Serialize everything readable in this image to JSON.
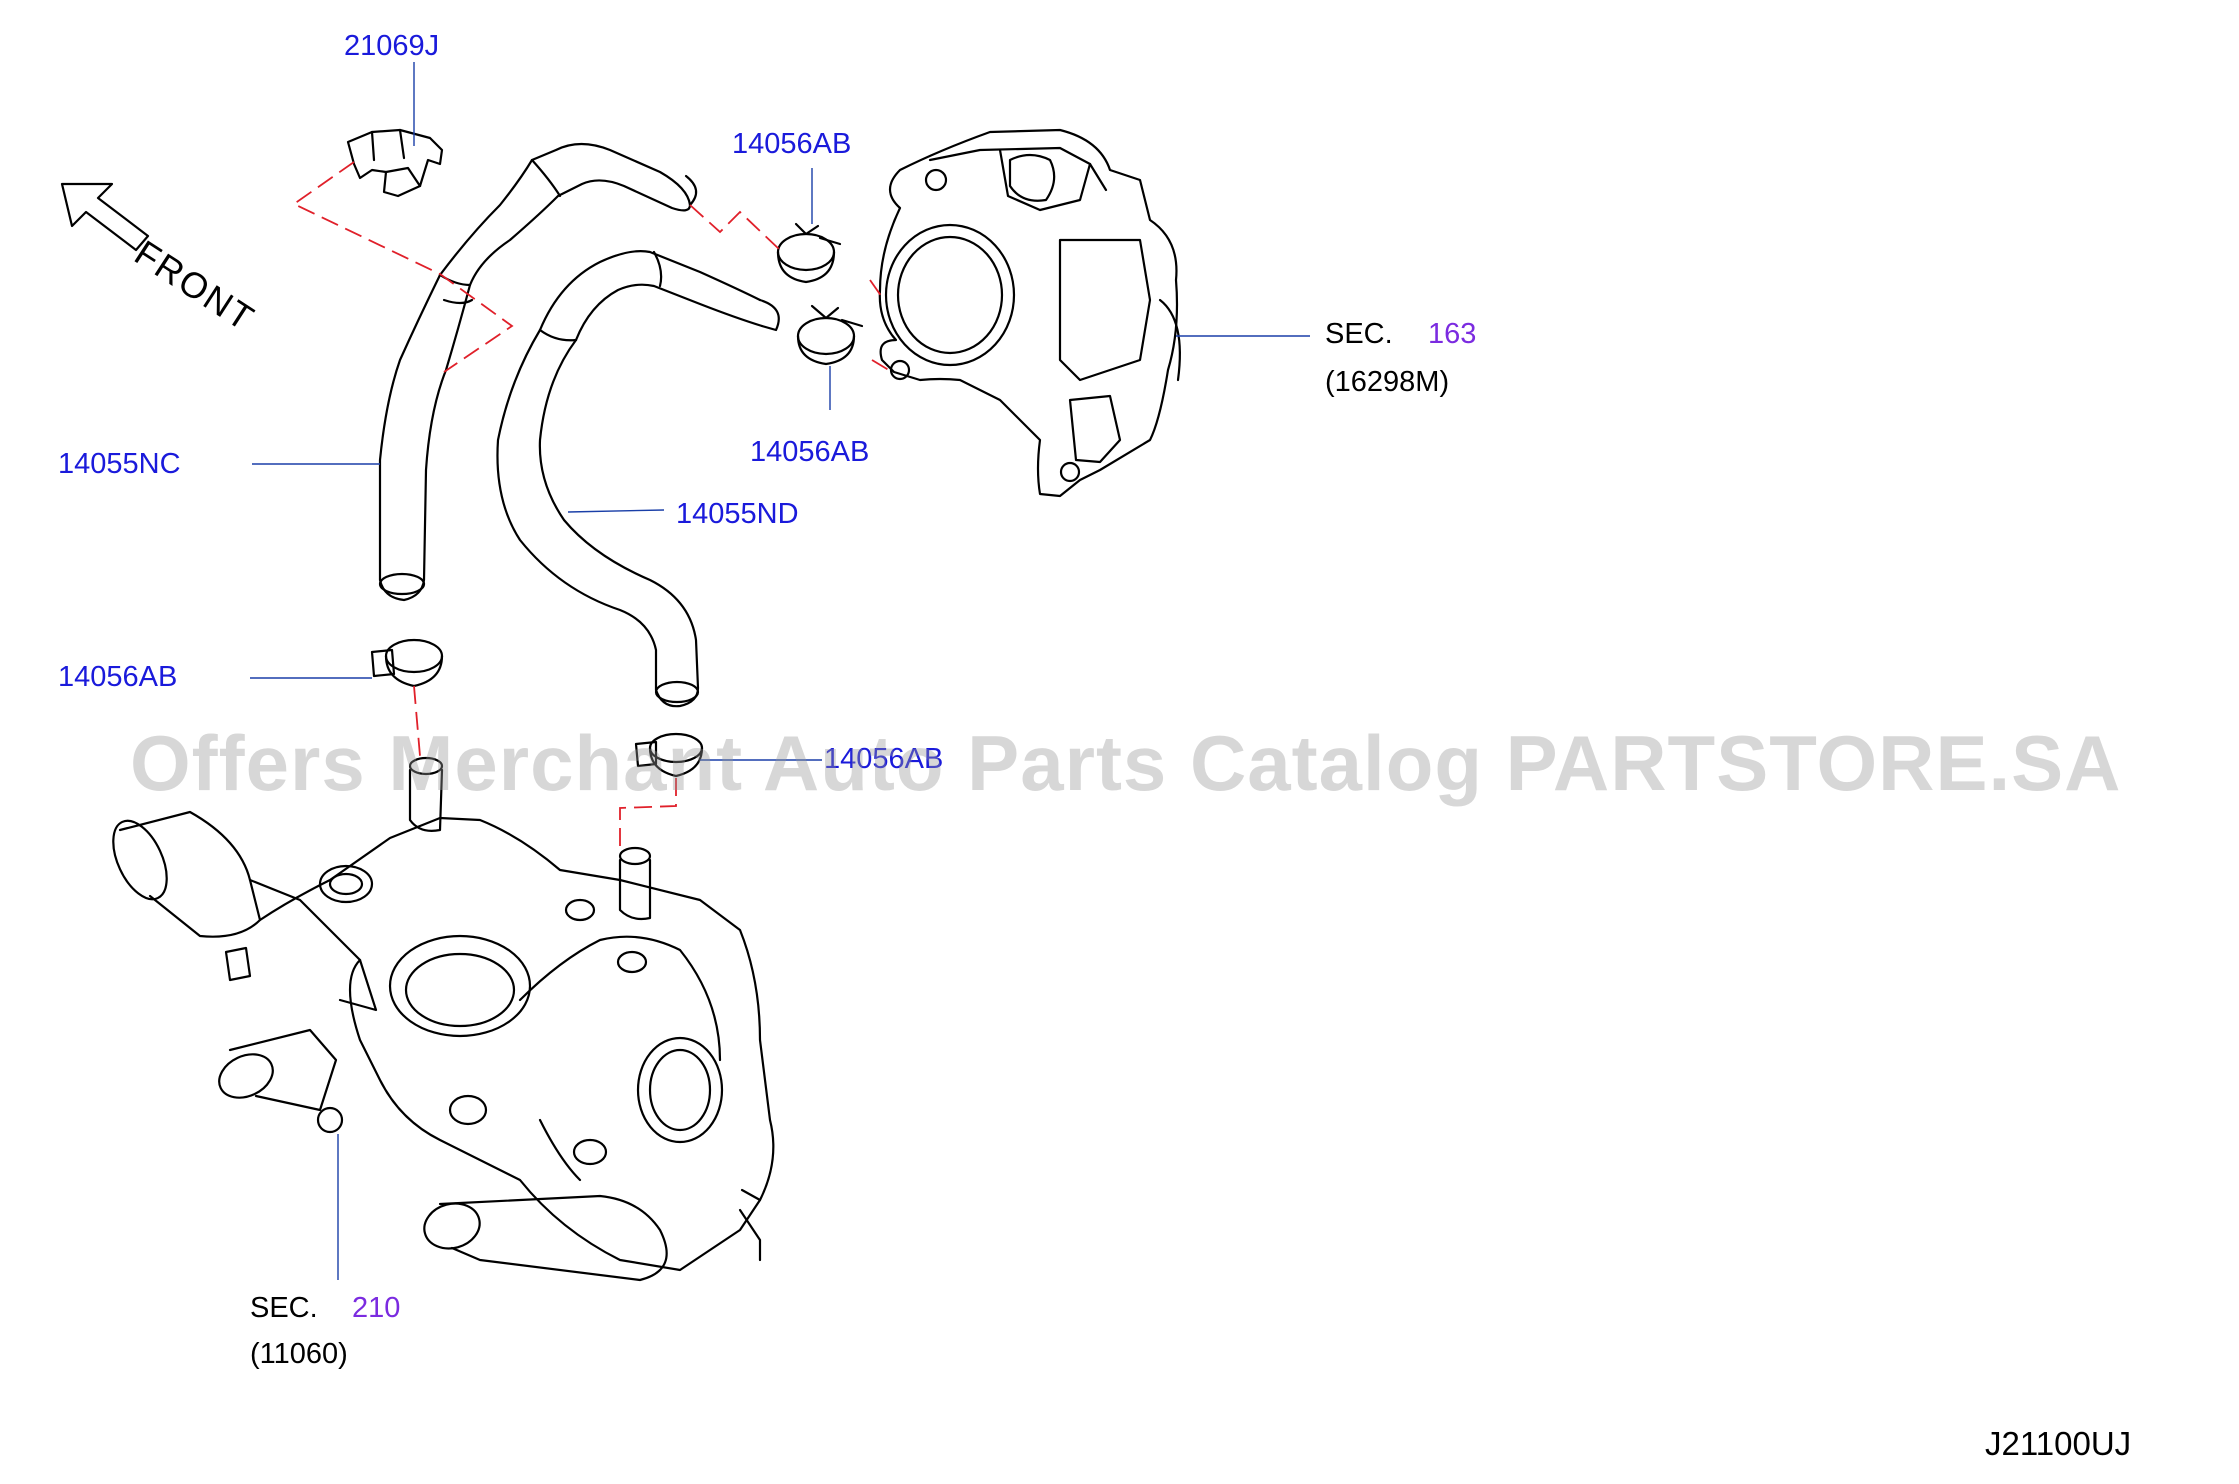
{
  "labels": {
    "clip_top": "21069J",
    "clamp_throttle_upper": "14056AB",
    "clamp_throttle_lower": "14056AB",
    "hose_nc": "14055NC",
    "hose_nd": "14055ND",
    "clamp_left": "14056AB",
    "clamp_right": "14056AB",
    "throttle_sec": "SEC.",
    "throttle_sec_num": "163",
    "throttle_ref": "(16298M)",
    "water_sec": "SEC.",
    "water_sec_num": "210",
    "water_ref": "(11060)",
    "front": "FRONT"
  },
  "watermark": "Offers Merchant Auto Parts Catalog PARTSTORE.SA",
  "diagram_code": "J21100UJ",
  "colors": {
    "part_number": "#1a1adb",
    "section_number": "#7b2be0",
    "dashed_guide": "#e0202a",
    "outline": "#000000"
  }
}
